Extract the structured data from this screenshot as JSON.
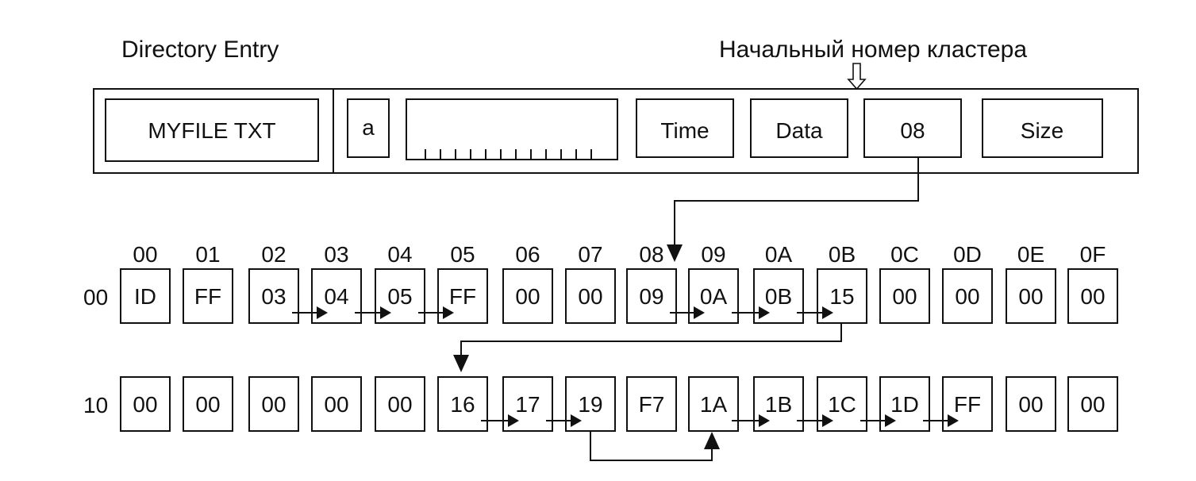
{
  "directory_title": "Directory Entry",
  "cluster_caption": "Начальный номер кластера",
  "entry": {
    "name": "MYFILE TXT",
    "attr": "a",
    "time": "Time",
    "data": "Data",
    "start_cluster": "08",
    "size": "Size"
  },
  "fat": {
    "column_headers": [
      "00",
      "01",
      "02",
      "03",
      "04",
      "05",
      "06",
      "07",
      "08",
      "09",
      "0A",
      "0B",
      "0C",
      "0D",
      "0E",
      "0F"
    ],
    "rows": [
      {
        "label": "00",
        "cells": [
          "ID",
          "FF",
          "03",
          "04",
          "05",
          "FF",
          "00",
          "00",
          "09",
          "0A",
          "0B",
          "15",
          "00",
          "00",
          "00",
          "00"
        ]
      },
      {
        "label": "10",
        "cells": [
          "00",
          "00",
          "00",
          "00",
          "00",
          "16",
          "17",
          "19",
          "F7",
          "1A",
          "1B",
          "1C",
          "1D",
          "FF",
          "00",
          "00"
        ]
      }
    ]
  }
}
